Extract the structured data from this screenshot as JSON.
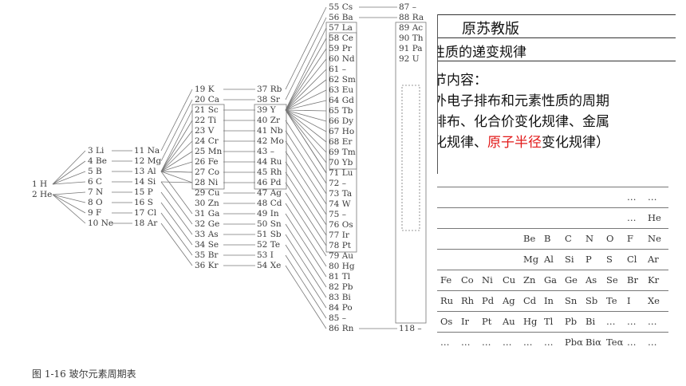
{
  "caption": "图 1-16 玻尔元素周期表",
  "elements": {
    "c0": [
      "1 H",
      "2 He"
    ],
    "c1": [
      "3 Li",
      "4 Be",
      "5 B",
      "6 C",
      "7 N",
      "8 O",
      "9 F",
      "10 Ne"
    ],
    "c2": [
      "11 Na",
      "12 Mg",
      "13 Al",
      "14 Si",
      "15 P",
      "16 S",
      "17 Cl",
      "18 Ar"
    ],
    "c3": [
      "19 K",
      "20 Ca",
      "21 Sc",
      "22 Ti",
      "23 V",
      "24 Cr",
      "25 Mn",
      "26 Fe",
      "27 Co",
      "28 Ni",
      "29 Cu",
      "30 Zn",
      "31 Ga",
      "32 Ge",
      "33 As",
      "34 Se",
      "35 Br",
      "36 Kr"
    ],
    "c4": [
      "37 Rb",
      "38 Sr",
      "39 Y",
      "40 Zr",
      "41 Nb",
      "42 Mo",
      "43 –",
      "44 Ru",
      "45 Rh",
      "46 Pd",
      "47 Ag",
      "48 Cd",
      "49 In",
      "50 Sn",
      "51 Sb",
      "52 Te",
      "53 I",
      "54 Xe"
    ],
    "c5": [
      "55 Cs",
      "56 Ba",
      "57 La",
      "58 Ce",
      "59 Pr",
      "60 Nd",
      "61 –",
      "62 Sm",
      "63 Eu",
      "64 Gd",
      "65 Tb",
      "66 Dy",
      "67 Ho",
      "68 Er",
      "69 Tm",
      "70 Yb",
      "71 Lu",
      "72 –",
      "73 Ta",
      "74 W",
      "75 –",
      "76 Os",
      "77 Ir",
      "78 Pt",
      "79 Au",
      "80 Hg",
      "81 Tl",
      "82 Pb",
      "83 Bi",
      "84 Po",
      "85 –",
      "86 Rn"
    ],
    "c6": [
      "87 –",
      "88 Ra",
      "89 Ac",
      "90 Th",
      "91 Pa",
      "92 U"
    ],
    "c6_end": "118 –"
  },
  "panel": {
    "title": "原苏教版",
    "subtitle": "性质的递变规律",
    "lines": [
      "节内容：",
      "外电子排布和元素性质的周期",
      "排布、化合价变化规律、金属",
      "化规律、"
    ],
    "red_text": "原子半径",
    "tail_text": "变化规律）"
  },
  "periodic_rows": [
    [
      "…",
      "…"
    ],
    [
      "…",
      "He"
    ],
    [
      "Be",
      "B",
      "C",
      "N",
      "O",
      "F",
      "Ne"
    ],
    [
      "Mg",
      "Al",
      "Si",
      "P",
      "S",
      "Cl",
      "Ar"
    ],
    [
      "Fe",
      "Co",
      "Ni",
      "Cu",
      "Zn",
      "Ga",
      "Ge",
      "As",
      "Se",
      "Br",
      "Kr"
    ],
    [
      "Ru",
      "Rh",
      "Pd",
      "Ag",
      "Cd",
      "In",
      "Sn",
      "Sb",
      "Te",
      "I",
      "Xe"
    ],
    [
      "Os",
      "Ir",
      "Pt",
      "Au",
      "Hg",
      "Tl",
      "Pb",
      "Bi",
      "…",
      "…",
      "…"
    ],
    [
      "…",
      "…",
      "…",
      "…",
      "…",
      "…",
      "Pbα",
      "Biα",
      "Teα",
      "…",
      "…"
    ]
  ]
}
